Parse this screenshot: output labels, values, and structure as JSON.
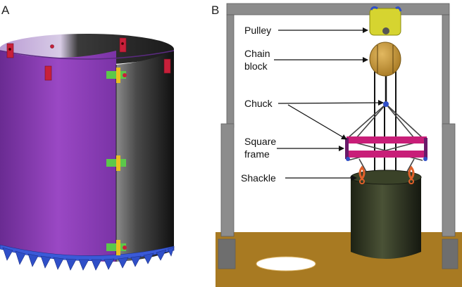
{
  "panels": {
    "a": "A",
    "b": "B"
  },
  "labels": {
    "pulley": "Pulley",
    "chain_block_1": "Chain",
    "chain_block_2": "block",
    "chuck": "Chuck",
    "square_frame_1": "Square",
    "square_frame_2": "frame",
    "shackle": "Shackle"
  },
  "colors": {
    "casing_purple": "#8a3fb0",
    "casing_black": "#2a2a2a",
    "teeth_blue": "#2f4fc8",
    "lug_red": "#c8203a",
    "clamp_green": "#5cc84a",
    "clamp_yellow": "#e8c020",
    "gantry_gray": "#8c8c8c",
    "pulley_yellow": "#d6d430",
    "chain_block_gold": "#c89a38",
    "frame_magenta": "#c81e78",
    "shackle_orange": "#e0602a",
    "ground_brown": "#a87a22",
    "pile_dark": "#2c3020"
  }
}
